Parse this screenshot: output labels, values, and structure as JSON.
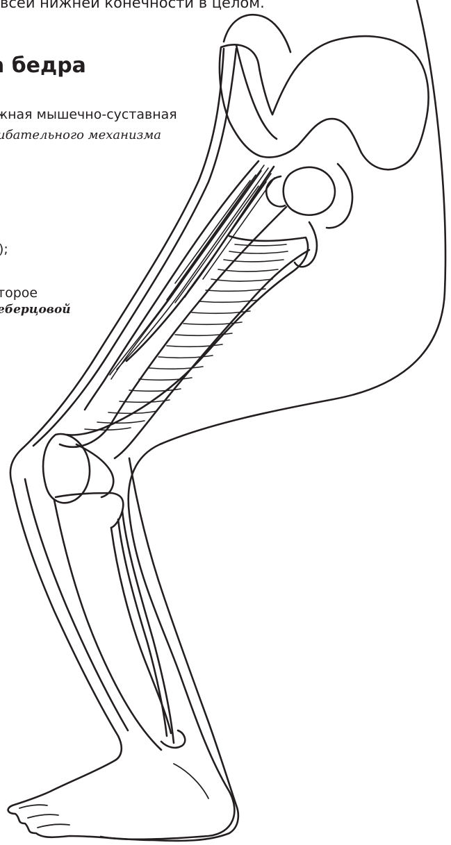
{
  "text": {
    "top_cut": "всей нижней конечности в целом.",
    "heading": "а бедра",
    "line1": "жная мышечно-суставная",
    "line2": "ибательного механизма",
    "line3": ");",
    "line4": "торое",
    "line5": "еберцовой"
  },
  "colors": {
    "ink": "#231f20",
    "paper": "#ffffff"
  }
}
